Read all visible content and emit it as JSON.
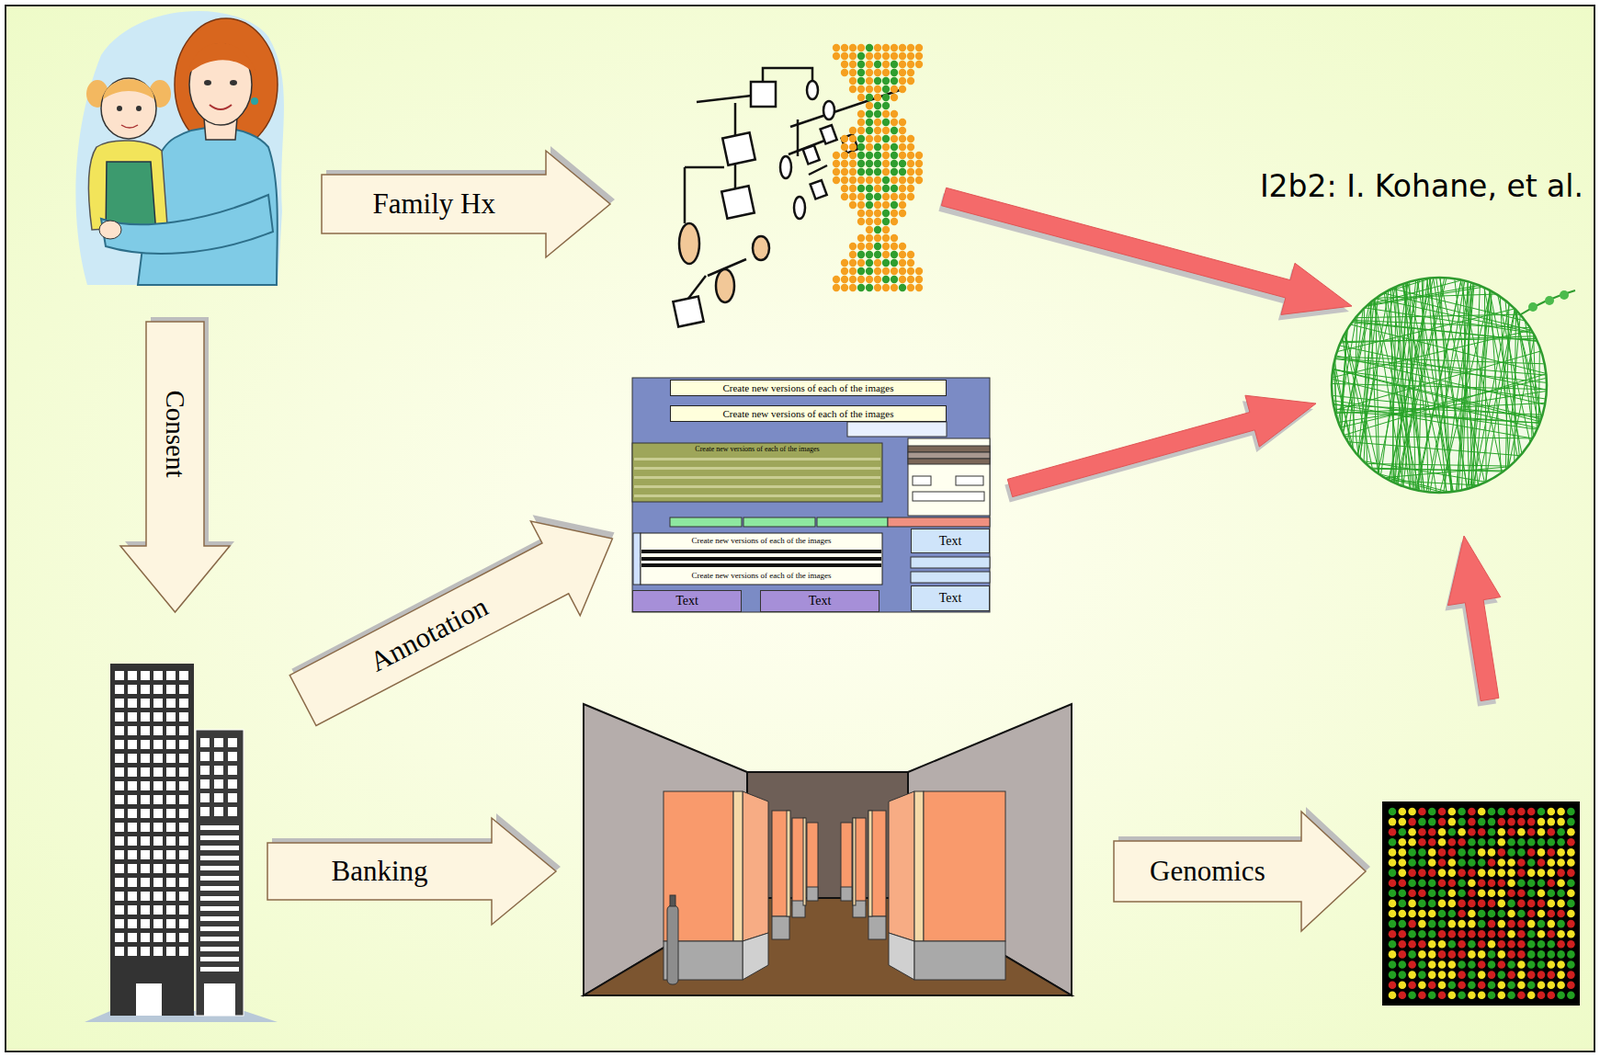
{
  "diagram": {
    "nodes": [
      {
        "text": [
          "Family Hx"
        ]
      },
      {
        "text": [
          "Consent"
        ]
      },
      {
        "text": [
          "Create new versions of each of the images"
        ]
      },
      {
        "text": [
          "Create new versions of each of the images"
        ]
      },
      {
        "text": [
          "Create new versions of each of the images"
        ]
      },
      {
        "text": [
          "Text"
        ]
      },
      {
        "text": [
          "Create new versions of each of the images"
        ]
      },
      {
        "text": [
          "Create new versions of each of the images"
        ]
      },
      {
        "text": [
          "Text"
        ]
      },
      {
        "text": [
          "Text"
        ]
      },
      {
        "text": [
          "Text"
        ]
      },
      {
        "text": [
          "Annotation"
        ]
      },
      {
        "text": [
          "Banking"
        ]
      },
      {
        "text": [
          "Genomics"
        ]
      }
    ],
    "labels": [
      "I2b2: I. Kohane, et al."
    ]
  }
}
